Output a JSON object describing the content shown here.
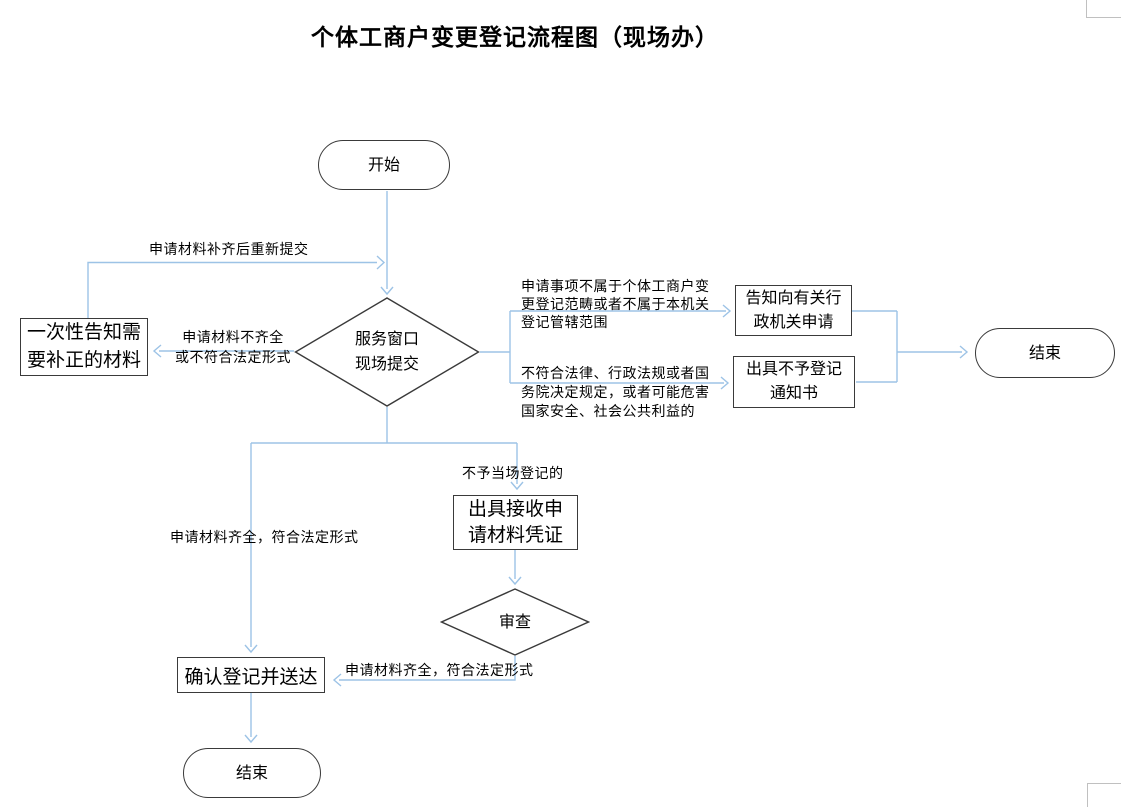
{
  "flowchart": {
    "title": "个体工商户变更登记流程图（现场办）",
    "nodes": {
      "start": "开始",
      "window_submit": "服务窗口\n现场提交",
      "onetime_inform": "一次性告知需\n要补正的材料",
      "inform_other_authority": "告知向有关行\n政机关申请",
      "rejection_notice": "出具不予登记\n通知书",
      "end_right": "结束",
      "receipt_voucher": "出具接收申\n请材料凭证",
      "review": "审查",
      "confirm_deliver": "确认登记并送达",
      "end_bottom": "结束"
    },
    "edge_labels": {
      "resubmit": "申请材料补齐后重新提交",
      "incomplete": "申请材料不齐全\n或不符合法定形式",
      "not_in_scope": "申请事项不属于个体工商户变\n更登记范畴或者不属于本机关\n登记管辖范围",
      "illegal": "不符合法律、行政法规或者国\n务院决定规定，或者可能危害\n国家安全、社会公共利益的",
      "not_onsite": "不予当场登记的",
      "complete_left": "申请材料齐全，符合法定形式",
      "complete_review": "申请材料齐全，符合法定形式"
    }
  },
  "colors": {
    "connector": "#9DC3E6",
    "shape_border": "#3A3A3A",
    "page_corner_mark": "#C0C0C0",
    "background": "#FFFFFF",
    "text": "#000000"
  }
}
